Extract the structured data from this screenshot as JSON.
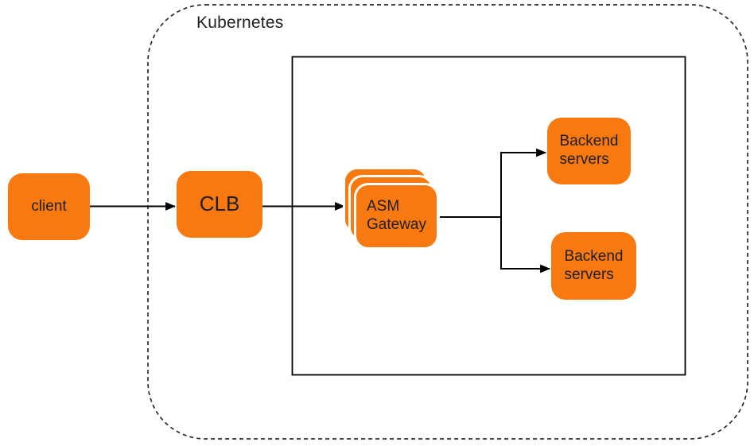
{
  "diagram": {
    "container_label": "Kubernetes",
    "nodes": {
      "client": {
        "label": "client"
      },
      "clb": {
        "label": "CLB"
      },
      "asm_gateway": {
        "line1": "ASM",
        "line2": "Gateway"
      },
      "backend_top": {
        "line1": "Backend",
        "line2": "servers"
      },
      "backend_bottom": {
        "line1": "Backend",
        "line2": "servers"
      }
    },
    "edges": [
      {
        "from": "client",
        "to": "clb"
      },
      {
        "from": "clb",
        "to": "asm_gateway"
      },
      {
        "from": "asm_gateway",
        "to": "backend_top"
      },
      {
        "from": "asm_gateway",
        "to": "backend_bottom"
      }
    ],
    "colors": {
      "node_fill": "#f8790f",
      "line": "#000000",
      "text": "#1e1e1e",
      "cluster_border": "#2b2b2b",
      "background": "#ffffff"
    }
  }
}
